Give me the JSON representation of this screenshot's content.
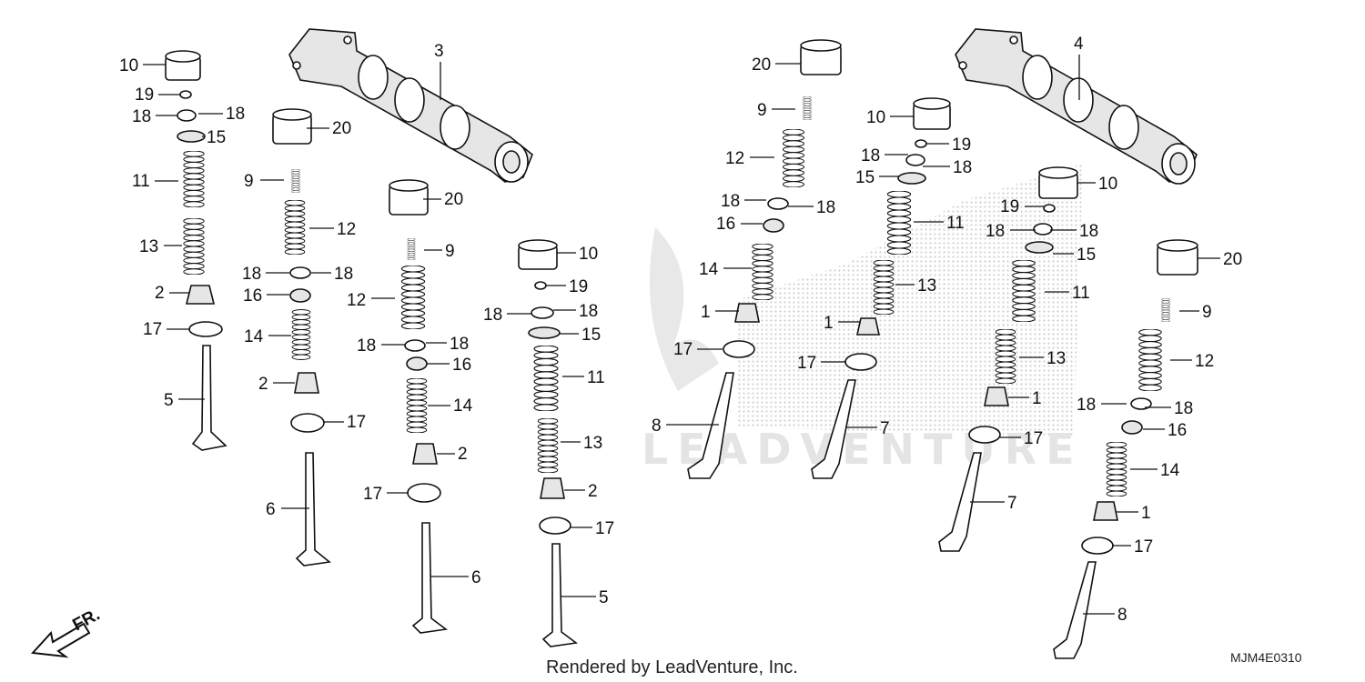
{
  "watermark": {
    "brand": "LEADVENTURE",
    "brand_color": "#e4e4e4"
  },
  "footer": {
    "credit": "Rendered by LeadVenture, Inc.",
    "diagram_code": "MJM4E0310"
  },
  "direction_marker": {
    "label": "FR.",
    "icon": "front-direction-arrow-icon"
  },
  "callouts": {
    "left_group": [
      {
        "part": "10",
        "name": "callout-10"
      },
      {
        "part": "19",
        "name": "callout-19"
      },
      {
        "part": "18",
        "name": "callout-18"
      },
      {
        "part": "18",
        "name": "callout-18"
      },
      {
        "part": "15",
        "name": "callout-15"
      },
      {
        "part": "11",
        "name": "callout-11"
      },
      {
        "part": "13",
        "name": "callout-13"
      },
      {
        "part": "2",
        "name": "callout-2"
      },
      {
        "part": "17",
        "name": "callout-17"
      },
      {
        "part": "5",
        "name": "callout-5"
      },
      {
        "part": "3",
        "name": "callout-3"
      },
      {
        "part": "20",
        "name": "callout-20"
      },
      {
        "part": "9",
        "name": "callout-9"
      },
      {
        "part": "12",
        "name": "callout-12"
      },
      {
        "part": "18",
        "name": "callout-18"
      },
      {
        "part": "18",
        "name": "callout-18"
      },
      {
        "part": "16",
        "name": "callout-16"
      },
      {
        "part": "14",
        "name": "callout-14"
      },
      {
        "part": "2",
        "name": "callout-2"
      },
      {
        "part": "17",
        "name": "callout-17"
      },
      {
        "part": "6",
        "name": "callout-6"
      },
      {
        "part": "20",
        "name": "callout-20"
      },
      {
        "part": "9",
        "name": "callout-9"
      },
      {
        "part": "12",
        "name": "callout-12"
      },
      {
        "part": "18",
        "name": "callout-18"
      },
      {
        "part": "18",
        "name": "callout-18"
      },
      {
        "part": "16",
        "name": "callout-16"
      },
      {
        "part": "14",
        "name": "callout-14"
      },
      {
        "part": "2",
        "name": "callout-2"
      },
      {
        "part": "17",
        "name": "callout-17"
      },
      {
        "part": "6",
        "name": "callout-6"
      },
      {
        "part": "10",
        "name": "callout-10"
      },
      {
        "part": "19",
        "name": "callout-19"
      },
      {
        "part": "18",
        "name": "callout-18"
      },
      {
        "part": "18",
        "name": "callout-18"
      },
      {
        "part": "15",
        "name": "callout-15"
      },
      {
        "part": "11",
        "name": "callout-11"
      },
      {
        "part": "13",
        "name": "callout-13"
      },
      {
        "part": "2",
        "name": "callout-2"
      },
      {
        "part": "17",
        "name": "callout-17"
      },
      {
        "part": "5",
        "name": "callout-5"
      }
    ],
    "right_group": [
      {
        "part": "20",
        "name": "callout-20"
      },
      {
        "part": "9",
        "name": "callout-9"
      },
      {
        "part": "12",
        "name": "callout-12"
      },
      {
        "part": "18",
        "name": "callout-18"
      },
      {
        "part": "18",
        "name": "callout-18"
      },
      {
        "part": "16",
        "name": "callout-16"
      },
      {
        "part": "14",
        "name": "callout-14"
      },
      {
        "part": "1",
        "name": "callout-1"
      },
      {
        "part": "17",
        "name": "callout-17"
      },
      {
        "part": "8",
        "name": "callout-8"
      },
      {
        "part": "4",
        "name": "callout-4"
      },
      {
        "part": "10",
        "name": "callout-10"
      },
      {
        "part": "19",
        "name": "callout-19"
      },
      {
        "part": "18",
        "name": "callout-18"
      },
      {
        "part": "18",
        "name": "callout-18"
      },
      {
        "part": "15",
        "name": "callout-15"
      },
      {
        "part": "11",
        "name": "callout-11"
      },
      {
        "part": "13",
        "name": "callout-13"
      },
      {
        "part": "1",
        "name": "callout-1"
      },
      {
        "part": "17",
        "name": "callout-17"
      },
      {
        "part": "7",
        "name": "callout-7"
      },
      {
        "part": "10",
        "name": "callout-10"
      },
      {
        "part": "19",
        "name": "callout-19"
      },
      {
        "part": "18",
        "name": "callout-18"
      },
      {
        "part": "18",
        "name": "callout-18"
      },
      {
        "part": "15",
        "name": "callout-15"
      },
      {
        "part": "11",
        "name": "callout-11"
      },
      {
        "part": "13",
        "name": "callout-13"
      },
      {
        "part": "1",
        "name": "callout-1"
      },
      {
        "part": "17",
        "name": "callout-17"
      },
      {
        "part": "7",
        "name": "callout-7"
      },
      {
        "part": "20",
        "name": "callout-20"
      },
      {
        "part": "9",
        "name": "callout-9"
      },
      {
        "part": "12",
        "name": "callout-12"
      },
      {
        "part": "18",
        "name": "callout-18"
      },
      {
        "part": "18",
        "name": "callout-18"
      },
      {
        "part": "16",
        "name": "callout-16"
      },
      {
        "part": "14",
        "name": "callout-14"
      },
      {
        "part": "1",
        "name": "callout-1"
      },
      {
        "part": "17",
        "name": "callout-17"
      },
      {
        "part": "8",
        "name": "callout-8"
      }
    ]
  }
}
